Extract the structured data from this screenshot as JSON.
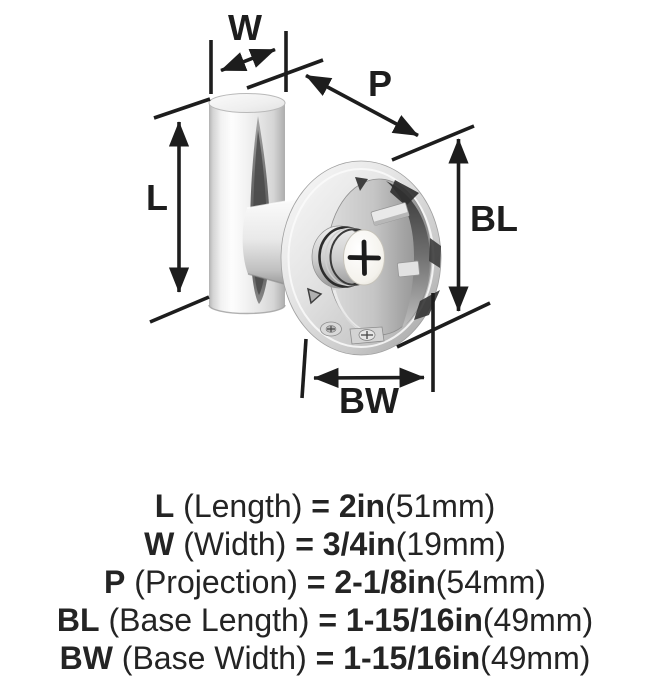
{
  "diagram": {
    "dim_labels": {
      "w": "W",
      "p": "P",
      "l": "L",
      "bl": "BL",
      "bw": "BW"
    },
    "line_color": "#1d1d1d",
    "chrome_highlight": "#fdfdfd",
    "chrome_shadow": "#4c4c4c",
    "screw_cross": "+"
  },
  "spec": {
    "rows": [
      {
        "abbr": "L",
        "name": "(Length)",
        "equals": "=",
        "value": "2in",
        "metric": "(51mm)"
      },
      {
        "abbr": "W",
        "name": "(Width)",
        "equals": "=",
        "value": "3/4in",
        "metric": "(19mm)"
      },
      {
        "abbr": "P",
        "name": "(Projection)",
        "equals": "=",
        "value": "2-1/8in",
        "metric": "(54mm)"
      },
      {
        "abbr": "BL",
        "name": "(Base Length)",
        "equals": "=",
        "value": "1-15/16in",
        "metric": "(49mm)"
      },
      {
        "abbr": "BW",
        "name": "(Base Width)",
        "equals": "=",
        "value": "1-15/16in",
        "metric": "(49mm)"
      }
    ]
  }
}
